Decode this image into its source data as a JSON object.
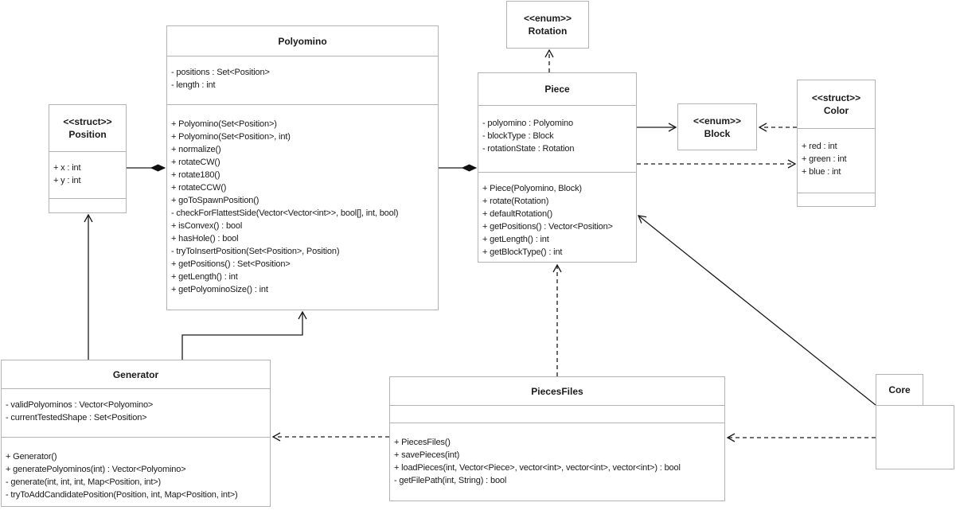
{
  "diagram_type": "uml-class-diagram",
  "colors": {
    "background": "#ffffff",
    "box_border": "#b3b3b3",
    "box_fill": "#ffffff",
    "edge": "#1a1a1a",
    "text": "#1a1a1a"
  },
  "classes": {
    "position": {
      "stereotype": "<<struct>>",
      "name": "Position",
      "attributes": [
        "+ x : int",
        "+ y : int"
      ],
      "methods": []
    },
    "polyomino": {
      "name": "Polyomino",
      "attributes": [
        "- positions : Set<Position>",
        "- length : int"
      ],
      "methods": [
        "+ Polyomino(Set<Position>)",
        "+ Polyomino(Set<Position>, int)",
        "+ normalize()",
        "+ rotateCW()",
        "+ rotate180()",
        "+ rotateCCW()",
        "+ goToSpawnPosition()",
        "- checkForFlattestSide(Vector<Vector<int>>, bool[], int, bool)",
        "+ isConvex() : bool",
        "+ hasHole() : bool",
        "- tryToInsertPosition(Set<Position>, Position)",
        "+ getPositions() : Set<Position>",
        "+ getLength() : int",
        "+ getPolyominoSize() : int"
      ]
    },
    "rotation": {
      "stereotype": "<<enum>>",
      "name": "Rotation"
    },
    "piece": {
      "name": "Piece",
      "attributes": [
        "- polyomino : Polyomino",
        "- blockType : Block",
        "- rotationState : Rotation"
      ],
      "methods": [
        "+ Piece(Polyomino, Block)",
        "+ rotate(Rotation)",
        "+ defaultRotation()",
        "+ getPositions() : Vector<Position>",
        "+ getLength() : int",
        "+ getBlockType() : int"
      ]
    },
    "block": {
      "stereotype": "<<enum>>",
      "name": "Block"
    },
    "color": {
      "stereotype": "<<struct>>",
      "name": "Color",
      "attributes": [
        "+ red : int",
        "+ green : int",
        "+ blue : int"
      ],
      "methods": []
    },
    "generator": {
      "name": "Generator",
      "attributes": [
        "- validPolyominos : Vector<Polyomino>",
        "- currentTestedShape : Set<Position>"
      ],
      "methods": [
        "+ Generator()",
        "+ generatePolyominos(int) : Vector<Polyomino>",
        "- generate(int, int, int, Map<Position, int>)",
        "- tryToAddCandidatePosition(Position, int, Map<Position, int>)"
      ]
    },
    "piecesfiles": {
      "name": "PiecesFiles",
      "attributes": [],
      "methods": [
        "+ PiecesFiles()",
        "+ savePieces(int)",
        "+ loadPieces(int, Vector<Piece>, vector<int>, vector<int>, vector<int>) : bool",
        "- getFilePath(int, String) : bool"
      ]
    },
    "core": {
      "name": "Core"
    }
  },
  "relationships": [
    {
      "from": "Polyomino",
      "to": "Position",
      "type": "composition"
    },
    {
      "from": "Piece",
      "to": "Polyomino",
      "type": "composition"
    },
    {
      "from": "Piece",
      "to": "Block",
      "type": "directed-association"
    },
    {
      "from": "Color",
      "to": "Block",
      "type": "dependency"
    },
    {
      "from": "Piece",
      "to": "Color",
      "type": "dependency"
    },
    {
      "from": "Piece",
      "to": "Rotation",
      "type": "dependency"
    },
    {
      "from": "PiecesFiles",
      "to": "Piece",
      "type": "dependency"
    },
    {
      "from": "Core",
      "to": "Piece",
      "type": "directed-association"
    },
    {
      "from": "Generator",
      "to": "Position",
      "type": "directed-association"
    },
    {
      "from": "Generator",
      "to": "Polyomino",
      "type": "directed-association"
    },
    {
      "from": "PiecesFiles",
      "to": "Generator",
      "type": "dependency"
    },
    {
      "from": "Core",
      "to": "PiecesFiles",
      "type": "dependency"
    }
  ]
}
